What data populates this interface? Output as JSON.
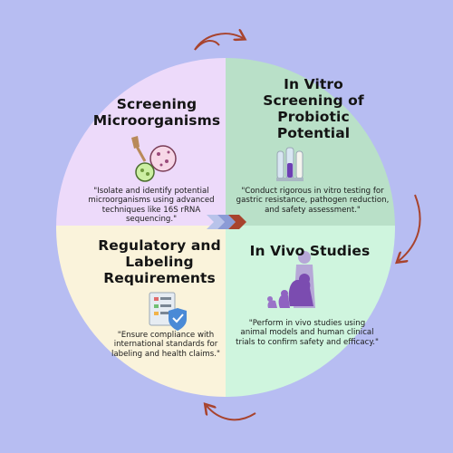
{
  "colors": {
    "background": "#b7bdf2",
    "q1": "#eddafa",
    "q2": "#b9e0c8",
    "q3": "#faf3db",
    "q4": "#cff5de",
    "arrow": "#a8432d"
  },
  "quadrants": [
    {
      "title_lines": [
        "Screening",
        "Microorganisms"
      ],
      "description": "\"Isolate and identify potential microorganisms using advanced techniques like 16S rRNA sequencing.\"",
      "icon": "petri-dish-dropper-icon"
    },
    {
      "title_lines": [
        "In Vitro",
        "Screening of",
        "Probiotic",
        "Potential"
      ],
      "description": "\"Conduct rigorous in vitro testing for gastric resistance, pathogen reduction, and safety assessment.\"",
      "icon": "test-tubes-icon"
    },
    {
      "title_lines": [
        "Regulatory and",
        "Labeling",
        "Requirements"
      ],
      "description": "\"Ensure compliance with international standards for labeling and health claims.\"",
      "icon": "checklist-shield-icon"
    },
    {
      "title_lines": [
        "In Vivo Studies"
      ],
      "description": "\"Perform in vivo studies using animal models and human clinical trials to confirm safety and efficacy.\"",
      "icon": "animals-human-silhouette-icon"
    }
  ],
  "center_icon": "chevron-arrows-icon",
  "cycle_arrows": [
    "top-arrow",
    "right-arrow",
    "bottom-arrow"
  ]
}
